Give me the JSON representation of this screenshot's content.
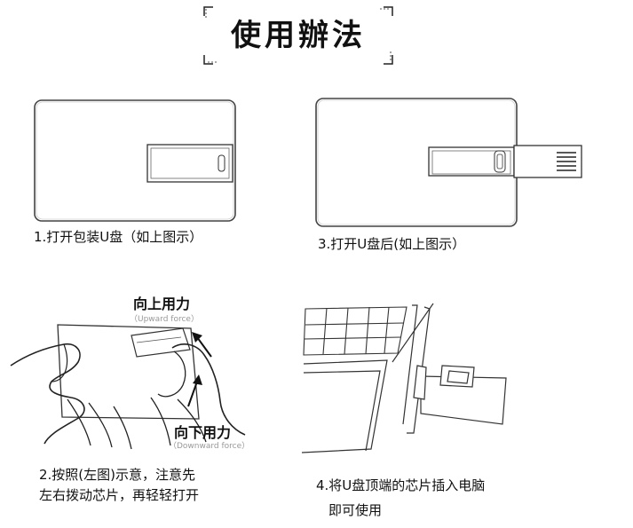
{
  "title": "使用辦法",
  "steps": [
    {
      "caption": "1.打开包装U盘（如上图示）"
    },
    {
      "caption": "3.打开U盘后(如上图示）"
    },
    {
      "caption_line1": "2.按照(左图)示意，注意先",
      "caption_line2": "左右拨动芯片，再轻轻打开"
    },
    {
      "caption_line1": "4.将U盘顶端的芯片插入电脑",
      "caption_line2": "即可使用"
    }
  ],
  "forces": {
    "up_cn": "向上用力",
    "up_en": "（Upward force）",
    "down_cn": "向下用力",
    "down_en": "（Downward force）"
  }
}
